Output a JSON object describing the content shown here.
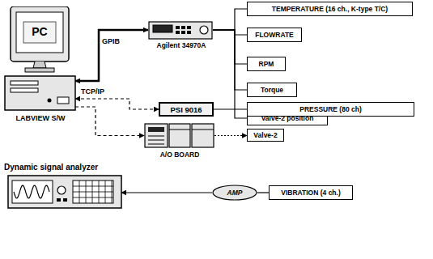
{
  "diagram": {
    "nodes": [
      {
        "text": [
          "PC",
          "LABVIEW S/W"
        ]
      },
      {
        "text": [
          "Agilent 34970A"
        ]
      },
      {
        "text": [
          "TEMPERATURE (16 ch., K-type T/C)"
        ]
      },
      {
        "text": [
          "FLOWRATE"
        ]
      },
      {
        "text": [
          "RPM"
        ]
      },
      {
        "text": [
          "Torque"
        ]
      },
      {
        "text": [
          "Valve-2 position"
        ]
      },
      {
        "text": [
          "PSI 9016"
        ]
      },
      {
        "text": [
          "PRESSURE (80 ch)"
        ]
      },
      {
        "text": [
          "A/O BOARD"
        ]
      },
      {
        "text": [
          "Valve-2"
        ]
      },
      {
        "text": [
          "Dynamic signal analyzer"
        ]
      },
      {
        "text": [
          "AMP"
        ]
      },
      {
        "text": [
          "VIBRATION (4 ch.)"
        ]
      }
    ],
    "edges": [
      {
        "from": 0,
        "to": 1,
        "arrow": "both",
        "label": "GPIB"
      },
      {
        "from": 0,
        "to": 7,
        "arrow": "both",
        "label": "TCP/IP"
      },
      {
        "from": 0,
        "to": 9,
        "arrow": "to"
      },
      {
        "from": 1,
        "to": 2,
        "arrow": "none"
      },
      {
        "from": 1,
        "to": 3,
        "arrow": "none"
      },
      {
        "from": 1,
        "to": 4,
        "arrow": "none"
      },
      {
        "from": 1,
        "to": 5,
        "arrow": "none"
      },
      {
        "from": 1,
        "to": 6,
        "arrow": "none"
      },
      {
        "from": 7,
        "to": 8,
        "arrow": "none"
      },
      {
        "from": 9,
        "to": 10,
        "arrow": "to"
      },
      {
        "from": 13,
        "to": 12,
        "arrow": "none"
      },
      {
        "from": 12,
        "to": 11,
        "arrow": "to"
      }
    ]
  }
}
